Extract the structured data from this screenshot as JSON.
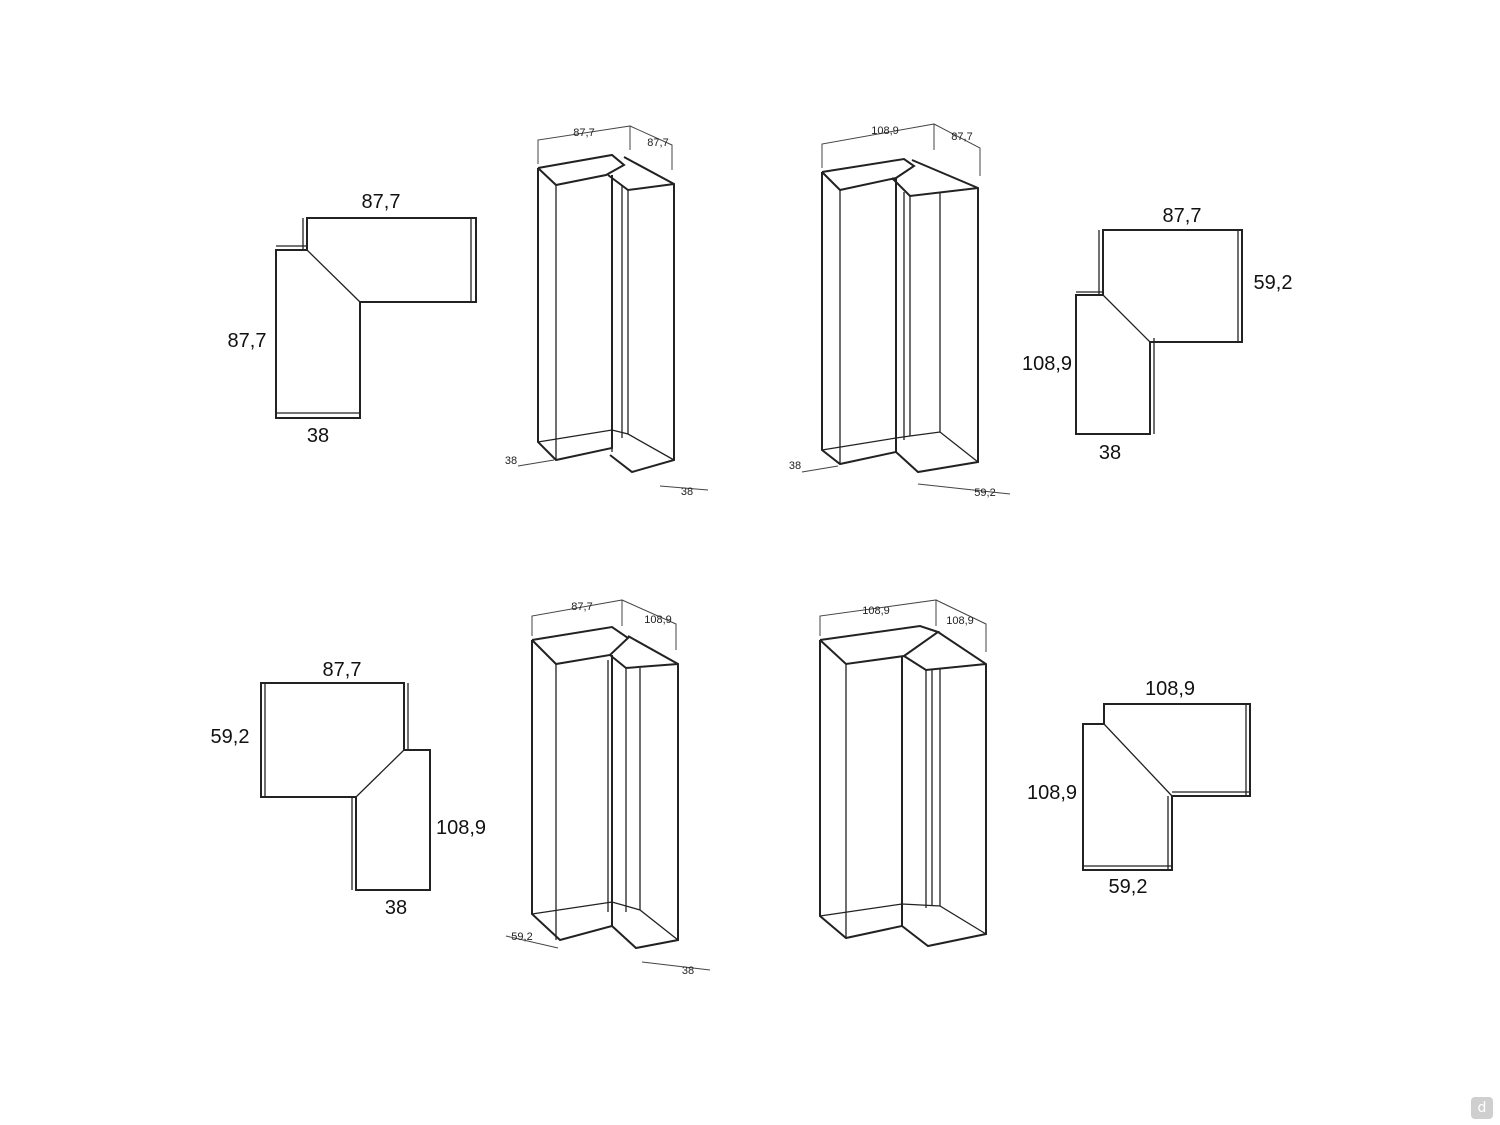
{
  "plans": [
    {
      "labels": [
        "87,7",
        "87,7",
        "38"
      ]
    },
    {
      "labels": [
        "87,7",
        "59,2",
        "108,9",
        "38"
      ]
    },
    {
      "labels": [
        "87,7",
        "59,2",
        "108,9",
        "38"
      ]
    },
    {
      "labels": [
        "108,9",
        "108,9",
        "59,2"
      ]
    }
  ],
  "isometrics": [
    {
      "labels": [
        "87,7",
        "87,7",
        "38",
        "38"
      ]
    },
    {
      "labels": [
        "108,9",
        "87,7",
        "38",
        "59,2"
      ]
    },
    {
      "labels": [
        "87,7",
        "108,9",
        "59,2",
        "38"
      ]
    },
    {
      "labels": [
        "108,9",
        "108,9"
      ]
    }
  ],
  "logo": {
    "icon": "d-logo-icon",
    "text": "d"
  }
}
